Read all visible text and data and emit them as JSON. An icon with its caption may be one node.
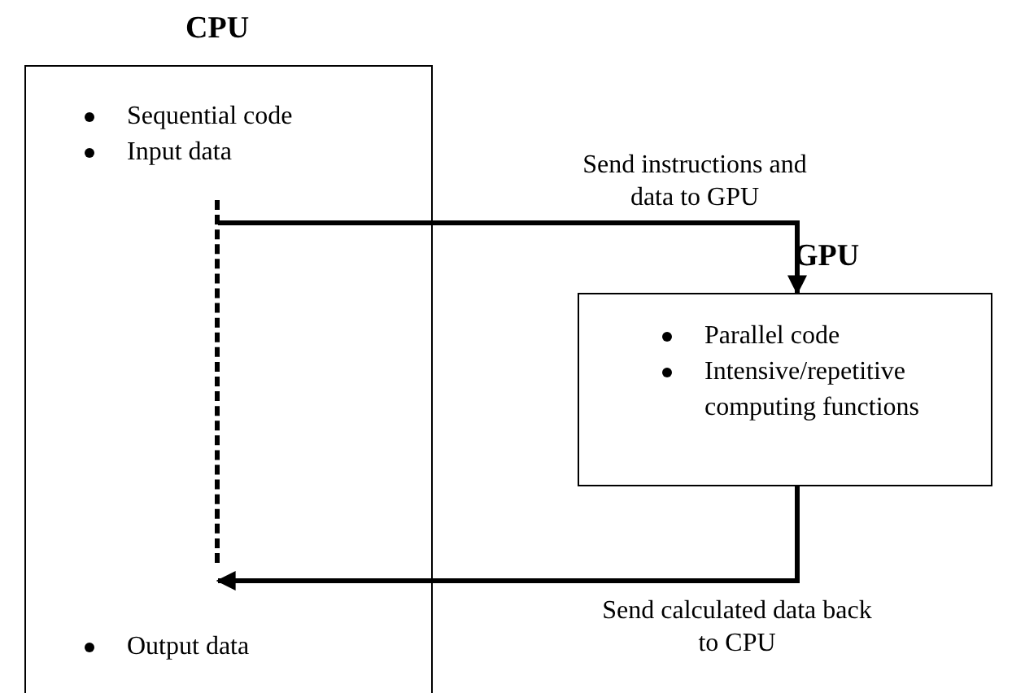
{
  "diagram": {
    "nodes": [
      {
        "text": [
          "CPU",
          "Sequential code",
          "Input data",
          "Output data"
        ]
      },
      {
        "text": [],
        "shape": "bar",
        "in": 0
      },
      {
        "text": [
          "GPU",
          "Parallel code",
          "Intensive/repetitive computing functions"
        ]
      }
    ],
    "edges": [
      {
        "from": 1,
        "to": 2,
        "arrow": "to",
        "label": "Send instructions and data to GPU"
      },
      {
        "from": 2,
        "to": 1,
        "arrow": "to",
        "label": "Send calculated data back to CPU"
      }
    ]
  }
}
